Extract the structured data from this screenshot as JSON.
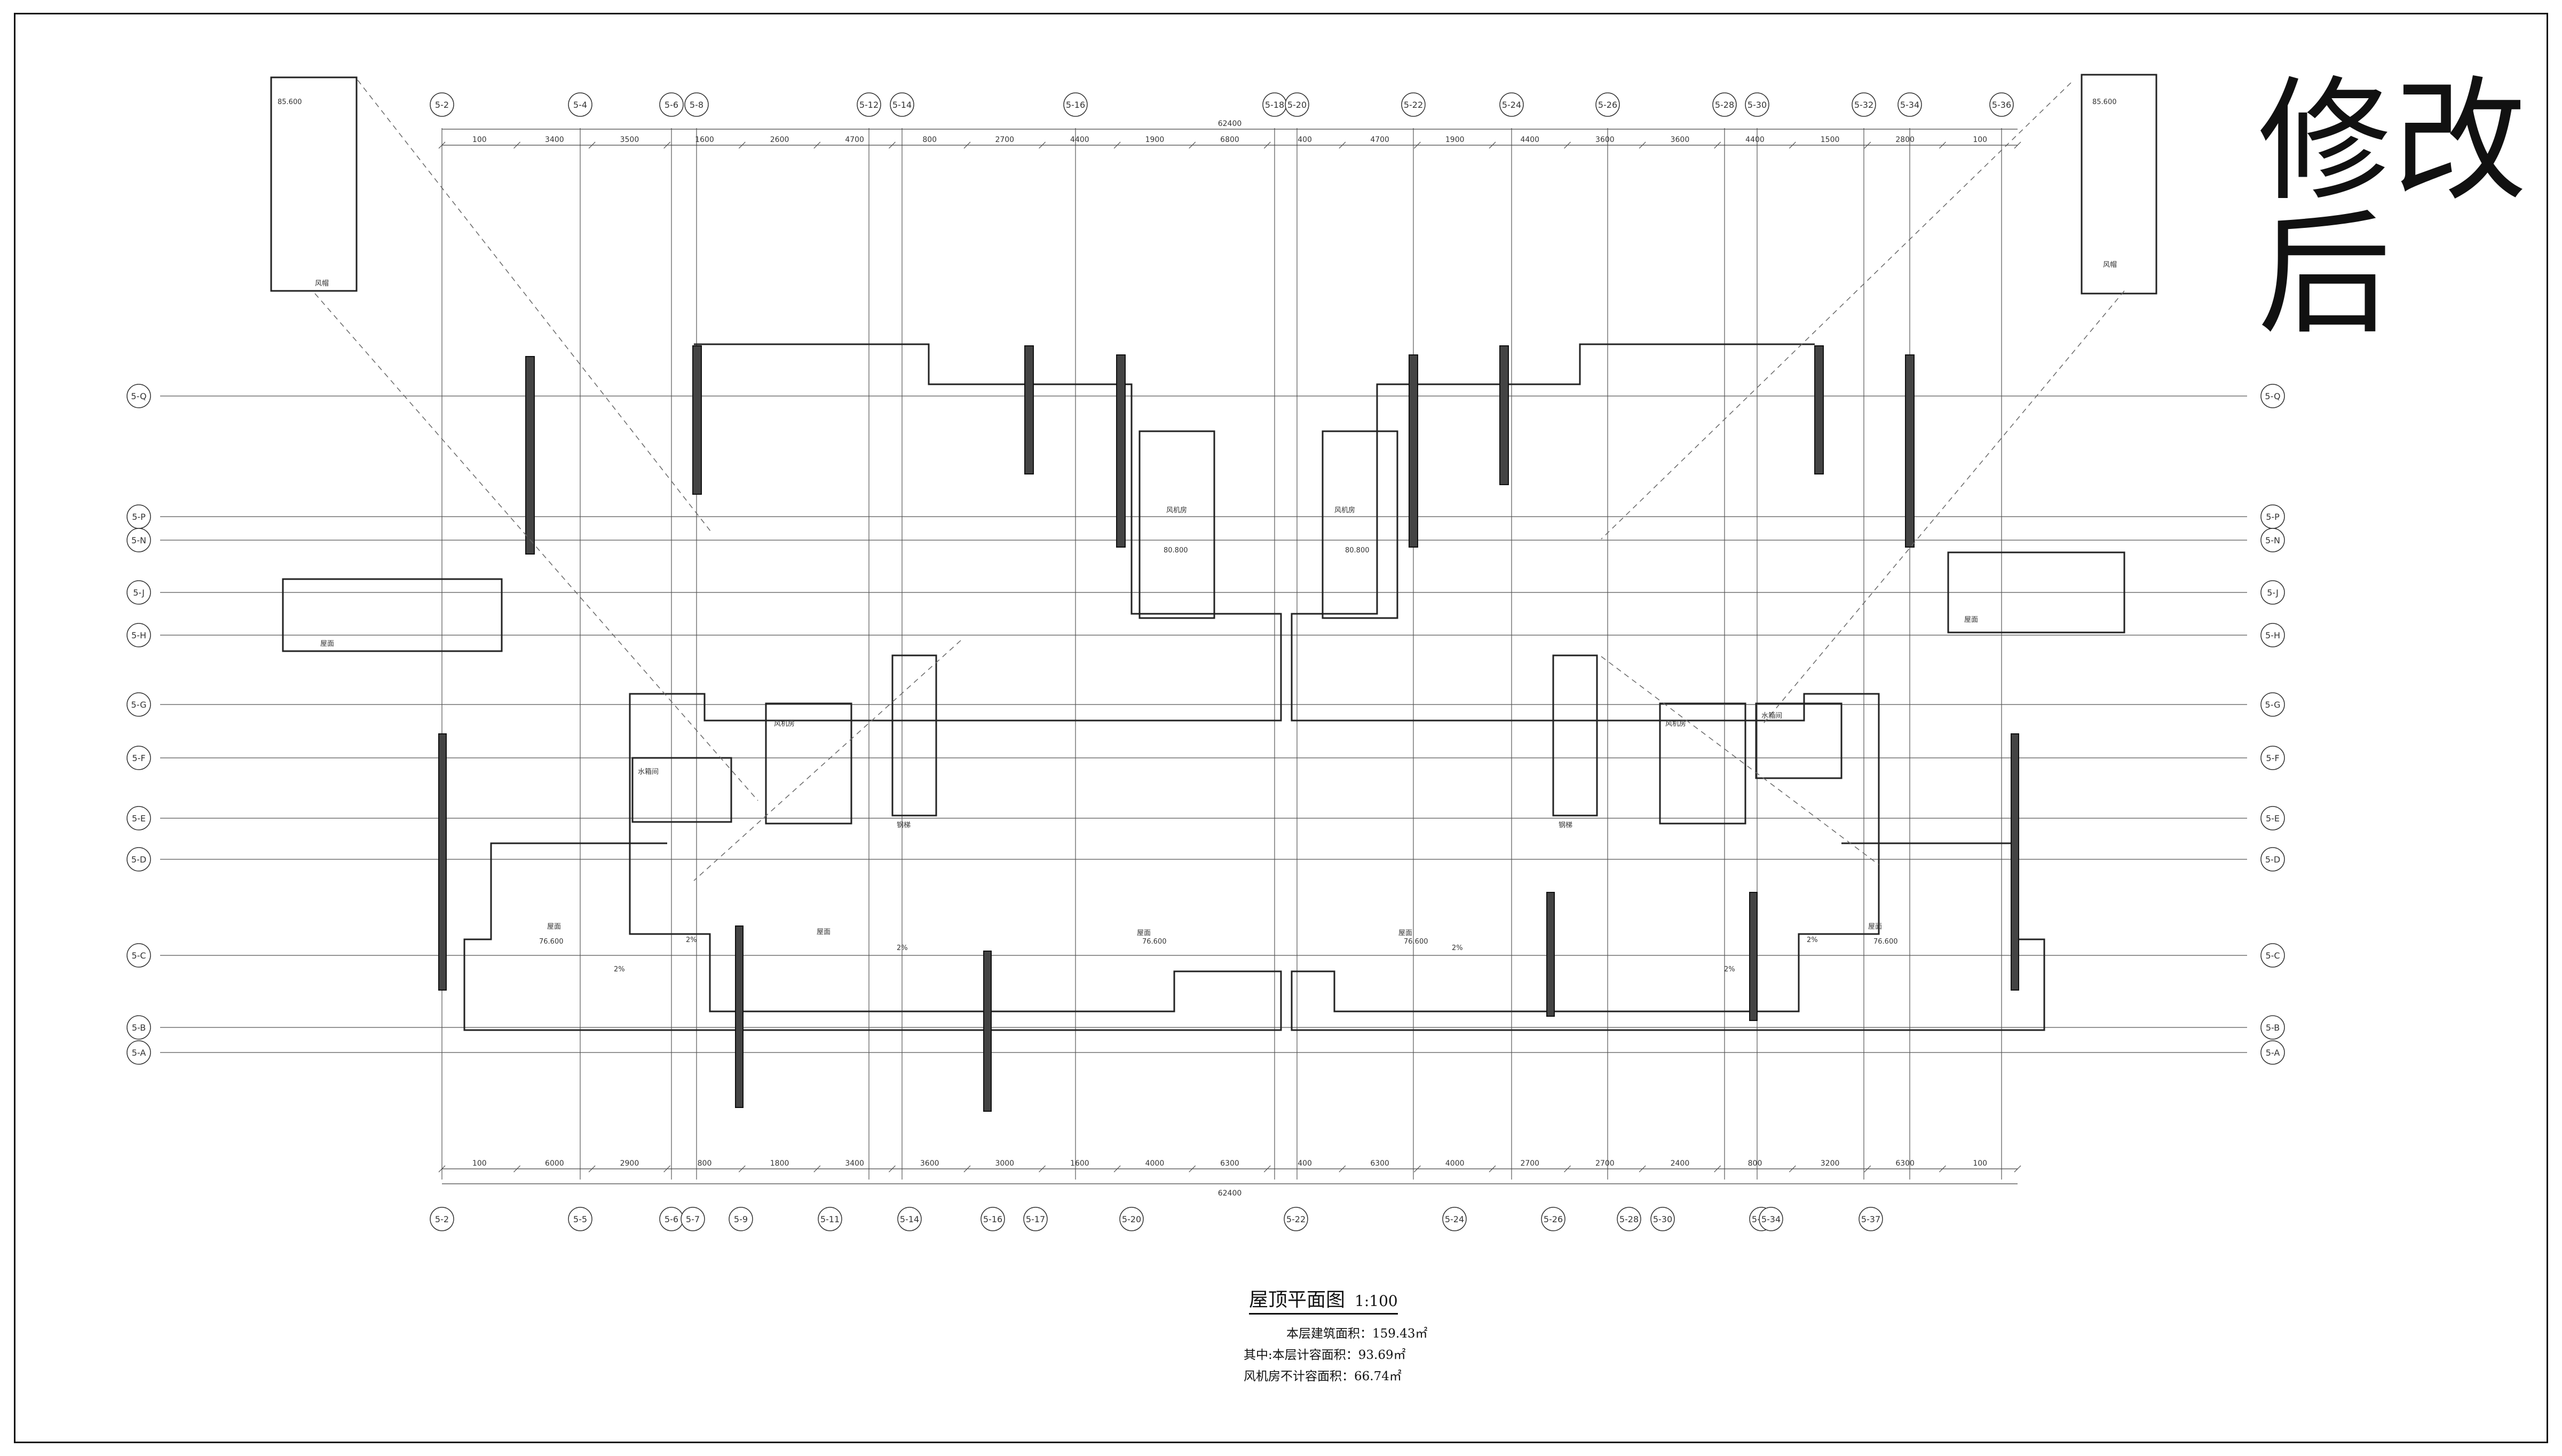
{
  "revision_note": "修改后",
  "drawing": {
    "title": "屋顶平面图",
    "scale": "1:100",
    "floor_area_line": "本层建筑面积：159.43㎡",
    "counted_area_line": "其中:本层计容面积：93.69㎡",
    "uncounted_area_line": "风机房不计容面积：66.74㎡"
  },
  "overall_dimension": "62400",
  "top_axes": [
    "5-2",
    "5-4",
    "5-6",
    "5-8",
    "5-12",
    "5-14",
    "5-16",
    "5-18",
    "5-20",
    "5-22",
    "5-24",
    "5-26",
    "5-28",
    "5-30",
    "5-32",
    "5-34",
    "5-36"
  ],
  "bottom_axes": [
    "5-2",
    "5-5",
    "5-6",
    "5-7",
    "5-9",
    "5-11",
    "5-14",
    "5-16",
    "5-17",
    "5-20",
    "5-22",
    "5-24",
    "5-26",
    "5-28",
    "5-30",
    "5-31",
    "5-34",
    "5-37"
  ],
  "left_axes": [
    "5-Q",
    "5-P",
    "5-N",
    "5-J",
    "5-H",
    "5-G",
    "5-F",
    "5-E",
    "5-D",
    "5-C",
    "5-B",
    "5-A"
  ],
  "right_axes": [
    "5-Q",
    "5-P",
    "5-N",
    "5-J",
    "5-H",
    "5-G",
    "5-F",
    "5-E",
    "5-D",
    "5-C",
    "5-B",
    "5-A"
  ],
  "top_dims": [
    "100",
    "3400",
    "3500",
    "1600",
    "2600",
    "4700",
    "800",
    "2700",
    "4400",
    "1900",
    "6800",
    "400",
    "4700",
    "1900",
    "4400",
    "3600",
    "3600",
    "4400",
    "1500",
    "2800",
    "100"
  ],
  "bottom_dims": [
    "100",
    "6000",
    "2900",
    "800",
    "1800",
    "3400",
    "3600",
    "3000",
    "1600",
    "4000",
    "6300",
    "400",
    "6300",
    "4000",
    "2700",
    "2700",
    "2400",
    "800",
    "3200",
    "6300",
    "100"
  ],
  "room_labels": {
    "roof": "屋面",
    "fan_room": "风机房",
    "water_tank": "水箱间",
    "slope": "2%",
    "stair": "钢梯",
    "vent": "风帽",
    "elev_a": "76.600",
    "elev_b": "80.800",
    "elev_c": "85.600"
  }
}
